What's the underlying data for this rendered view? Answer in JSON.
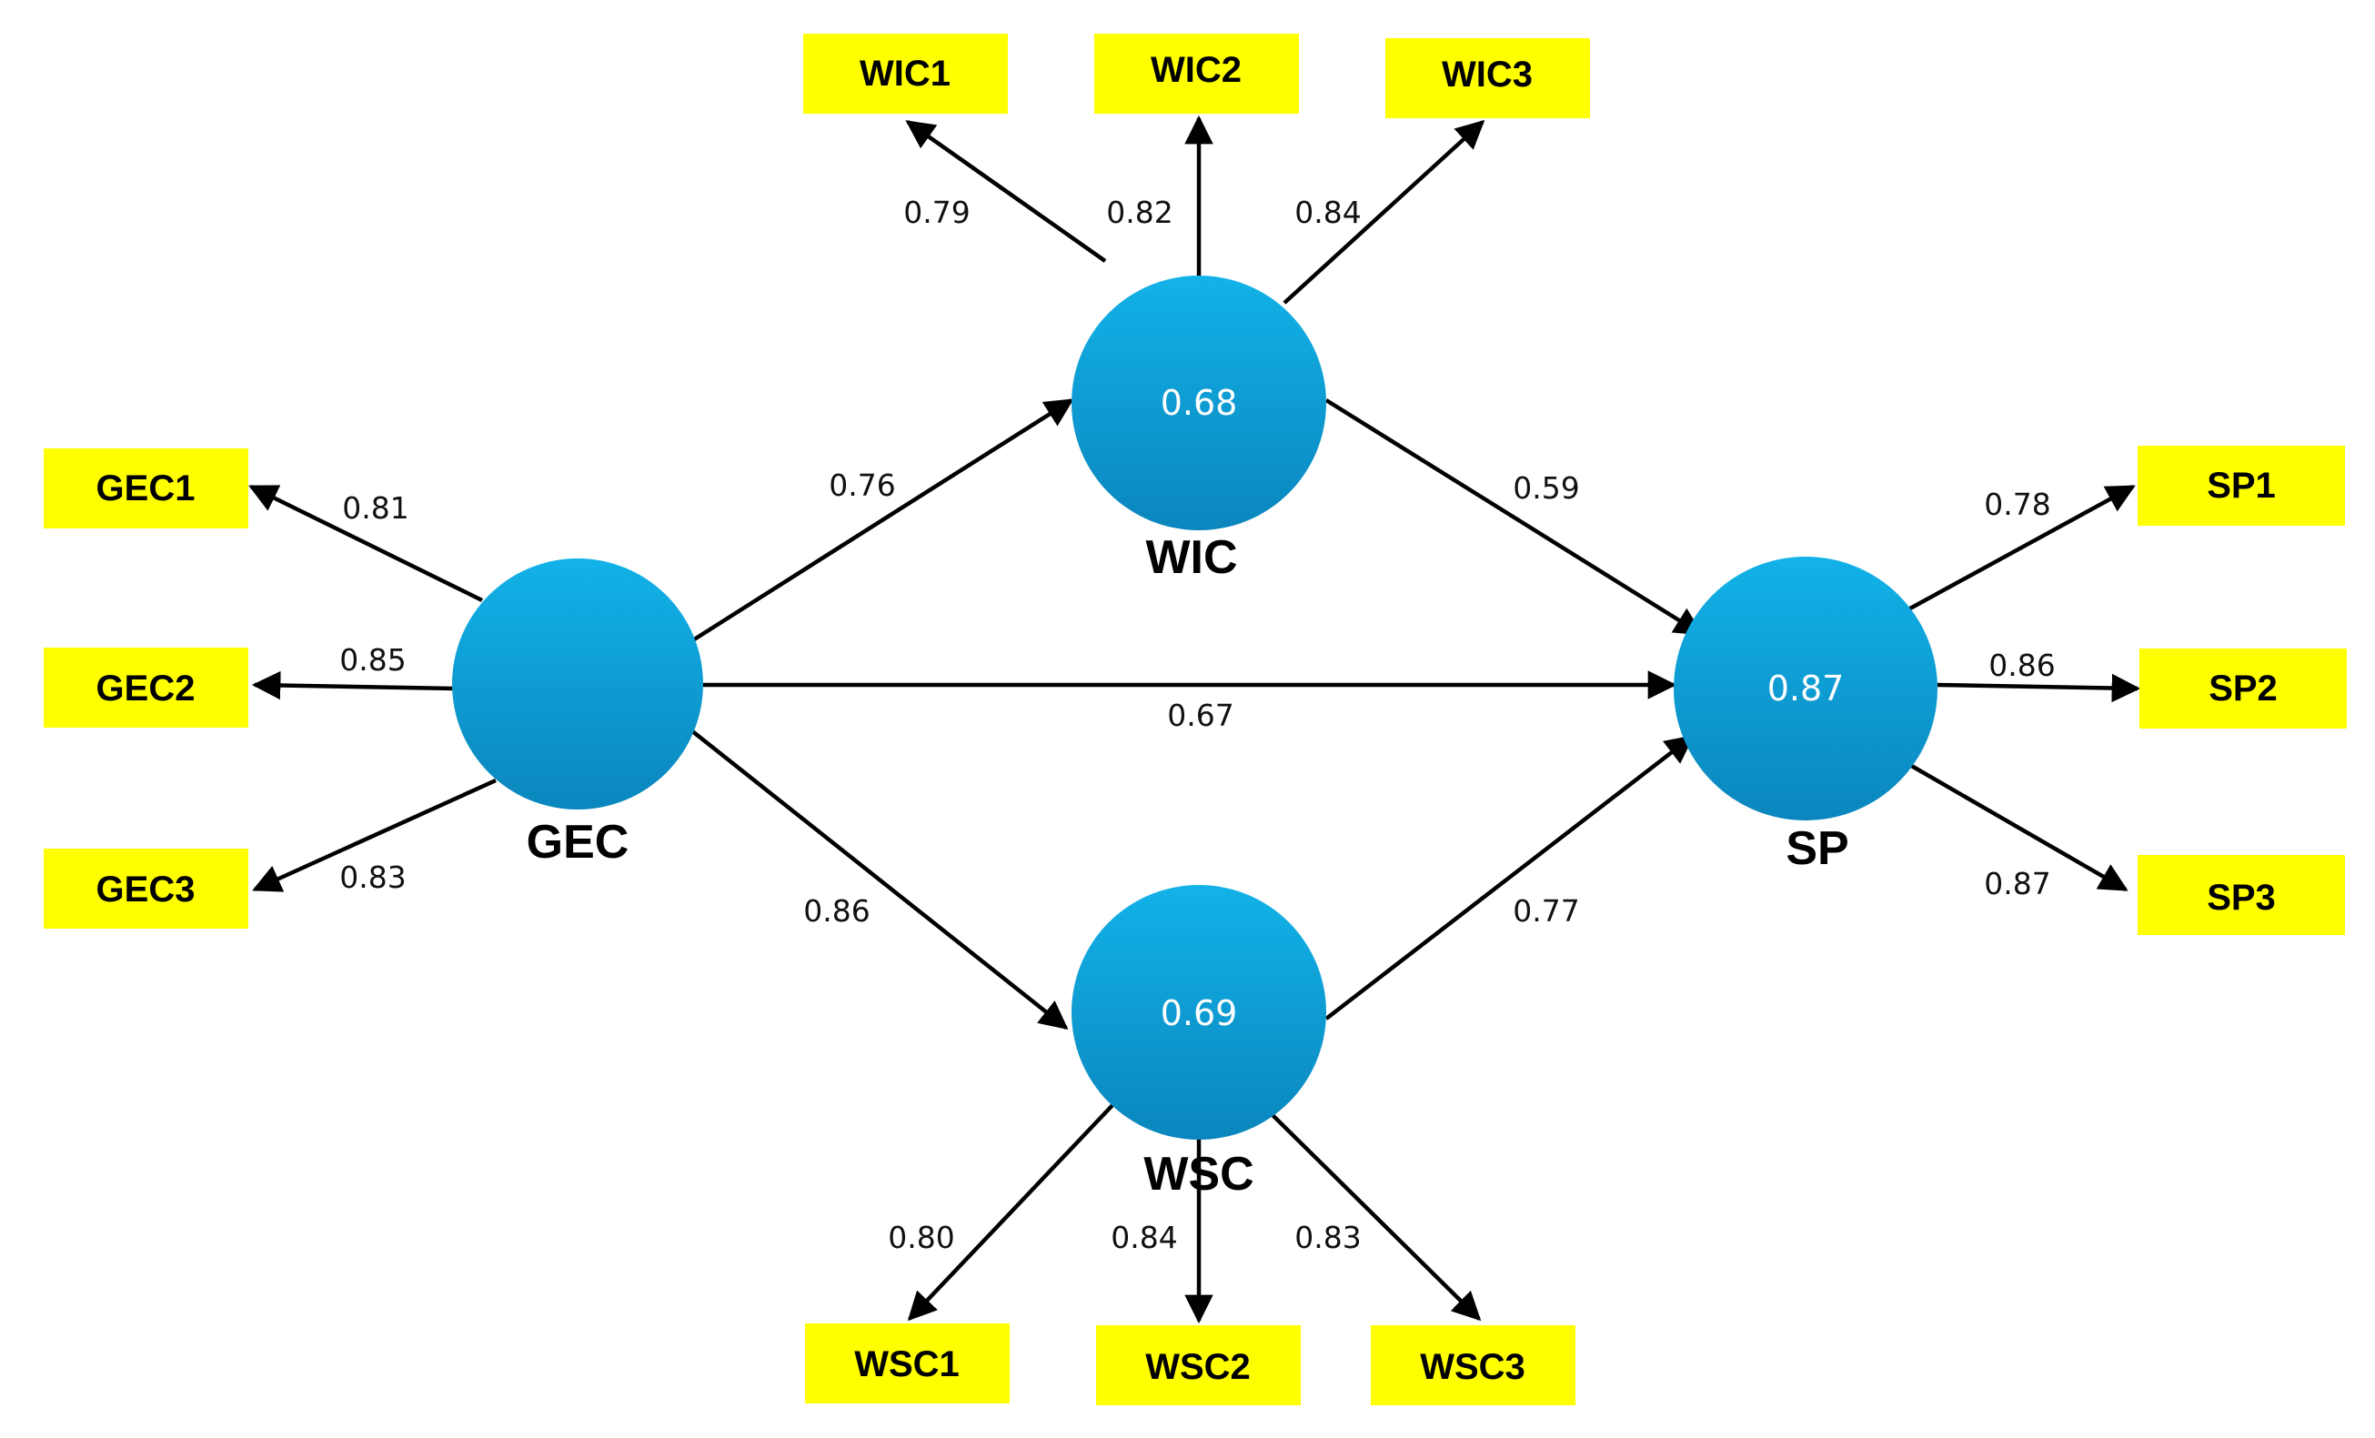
{
  "colors": {
    "indicator_fill": "#ffff00",
    "latent_fill_top": "#12b2e8",
    "latent_fill_bottom": "#0a86bd",
    "arrow": "#000000"
  },
  "latent": {
    "GEC": {
      "name": "GEC",
      "value": ""
    },
    "WIC": {
      "name": "WIC",
      "value": "0.68"
    },
    "WSC": {
      "name": "WSC",
      "value": "0.69"
    },
    "SP": {
      "name": "SP",
      "value": "0.87"
    }
  },
  "indicators": {
    "WIC1": "WIC1",
    "WIC2": "WIC2",
    "WIC3": "WIC3",
    "GEC1": "GEC1",
    "GEC2": "GEC2",
    "GEC3": "GEC3",
    "WSC1": "WSC1",
    "WSC2": "WSC2",
    "WSC3": "WSC3",
    "SP1": "SP1",
    "SP2": "SP2",
    "SP3": "SP3"
  },
  "loadings": {
    "WIC1": "0.79",
    "WIC2": "0.82",
    "WIC3": "0.84",
    "GEC1": "0.81",
    "GEC2": "0.85",
    "GEC3": "0.83",
    "WSC1": "0.80",
    "WSC2": "0.84",
    "WSC3": "0.83",
    "SP1": "0.78",
    "SP2": "0.86",
    "SP3": "0.87"
  },
  "paths": {
    "GEC_WIC": "0.76",
    "GEC_SP": "0.67",
    "GEC_WSC": "0.86",
    "WIC_SP": "0.59",
    "WSC_SP": "0.77"
  }
}
